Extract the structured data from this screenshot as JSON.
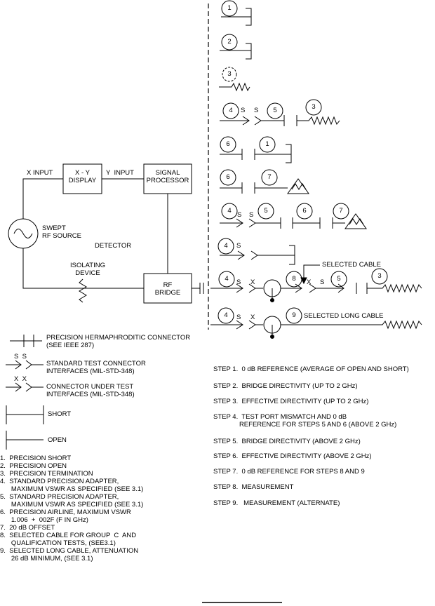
{
  "blocks": {
    "xy_display": "X - Y\nDISPLAY",
    "signal_processor": "SIGNAL\nPROCESSOR",
    "rf_bridge": "RF\nBRIDGE",
    "swept_source": "SWEPT\nRF SOURCE",
    "detector": "DETECTOR",
    "isolating_device": "ISOLATING\nDEVICE",
    "x_input": "X INPUT",
    "y_input": "Y  INPUT",
    "selected_cable": "SELECTED CABLE",
    "selected_long_cable": "SELECTED LONG CABLE"
  },
  "config_marks": {
    "n1": "1",
    "n2": "2",
    "n3": "3",
    "n4": "4",
    "n5": "5",
    "n6": "6",
    "n7": "7",
    "n8": "8",
    "n9": "9",
    "s": "S",
    "x": "X"
  },
  "legend": {
    "hermaphroditic": "PRECISION HERMAPHRODITIC CONNECTOR\n(SEE IEEE 287)",
    "ss_label": "S  S",
    "ss": "STANDARD TEST CONNECTOR\nINTERFACES (MIL-STD-348)",
    "xx_label": "X  X",
    "xx": "CONNECTOR UNDER TEST\nINTERFACES (MIL-STD-348)",
    "short": "SHORT",
    "open": "OPEN"
  },
  "parts": [
    "1.  PRECISION SHORT",
    "2.  PRECISION OPEN",
    "3.  PRECISION TERMINATION",
    "4.  STANDARD PRECISION ADAPTER,\n      MAXIMUM VSWR AS SPECIFIED (SEE 3.1)",
    "5.  STANDARD PRECISION ADAPTER,\n      MAXIMUM VSWR AS SPECIFIED (SEE 3.1)",
    "6.  PRECISION AIRLINE, MAXIMUM VSWR\n      1.006  +  002F (F IN GHz)",
    "7.  20 dB OFFSET",
    "8.  SELECTED CABLE FOR GROUP  C  AND\n      QUALIFICATION TESTS, (SEE3.1)",
    "9.  SELECTED LONG CABLE, ATTENUATION\n      26 dB MINIMUM, (SEE 3.1)"
  ],
  "steps": [
    "STEP 1.  0 dB REFERENCE (AVERAGE OF OPEN AND SHORT)",
    "STEP 2.  BRIDGE DIRECTIVITY (UP TO 2 GHz)",
    "STEP 3.  EFFECTIVE DIRECTIVITY (UP TO 2 GHz)",
    "STEP 4.  TEST PORT MISMATCH AND 0 dB\n              REFERENCE FOR STEPS 5 AND 6 (ABOVE 2 GHz)",
    "STEP 5.  BRIDGE DIRECTIVITY (ABOVE 2 GHz)",
    "STEP 6.  EFFECTIVE DIRECTIVITY (ABOVE 2 GHz)",
    "STEP 7.  0 dB REFERENCE FOR STEPS 8 AND 9",
    "STEP 8.  MEASUREMENT",
    "STEP 9.   MEASUREMENT (ALTERNATE)"
  ]
}
